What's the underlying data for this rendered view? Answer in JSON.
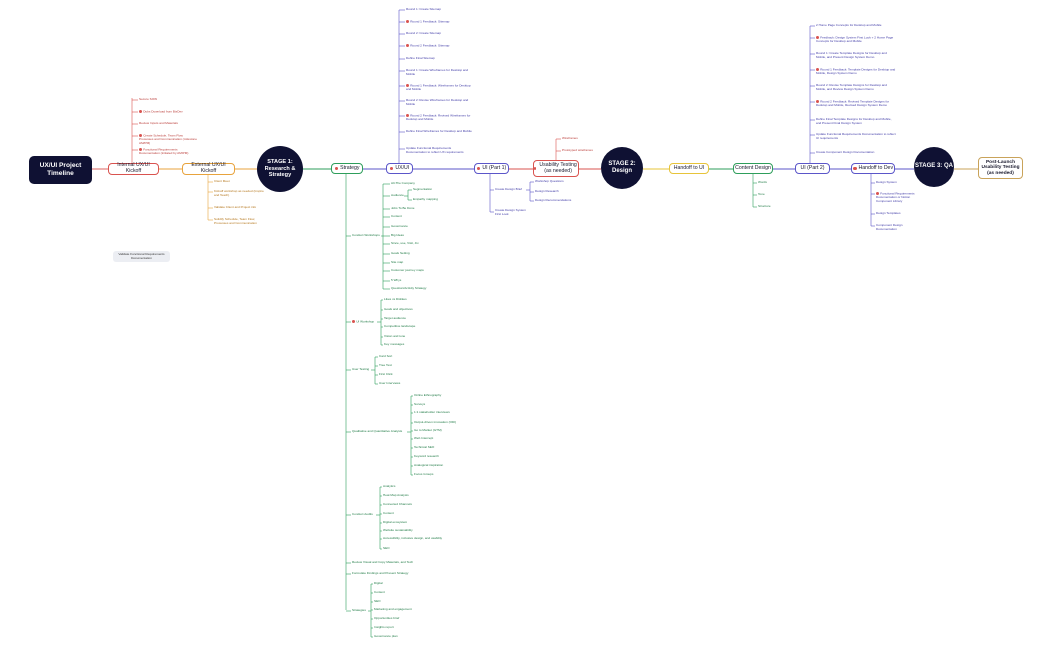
{
  "nodes": {
    "timeline": "UX/UI Project Timeline",
    "internal_kickoff": "Internal UX/UI Kickoff",
    "external_kickoff": "External UX/UI Kickoff",
    "stage1": "STAGE 1: Research & Strategy",
    "strategy": "Strategy",
    "uxui": "UX/UI",
    "ui_part1": "UI (Part 1)",
    "usability": "Usability Testing (as needed)",
    "stage2": "STAGE 2: Design",
    "handoff_ui": "Handoff to UI",
    "content_design": "Content Design",
    "ui_part2": "UI (Part 2)",
    "handoff_dev": "Handoff to Dev",
    "stage3": "STAGE 3: QA",
    "post_launch": "Post-Launch Usability Testing (as needed)"
  },
  "internal_items": [
    "Secure SOW",
    "Dubs Download from BizDev",
    "Review Inputs and Materials",
    "Create Schedule, Team Flow Processes and Communication (milestone AM/PM)",
    "Functional Requirements Documentation (initiated by AM/PM)"
  ],
  "external_items": [
    "Client Meet",
    "Kickoff workshop as needed (Inspire and Teach)",
    "Validate Client and Project info",
    "Solidify Schedule, Team Flow, Processes and Communication"
  ],
  "note": "Validate Functional Requirements Documentation",
  "uxui_items": [
    "Round 1: Create Sitemap",
    "Round 1 Feedback: Sitemap",
    "Round 2: Create Sitemap",
    "Round 2 Feedback: Sitemap",
    "Define Final Sitemap",
    "Round 1: Create Wireframes for Desktop and Mobile",
    "Round 1 Feedback: Wireframes for Desktop and Mobile",
    "Round 2: Revise Wireframes for Desktop and Mobile",
    "Round 2 Feedback: Revised Wireframes for Desktop and Mobile",
    "Define Final Wireframes for Desktop and Mobile",
    "Update Functional Requirements Documentation to reflect UX requirements"
  ],
  "usability_items": [
    "Wireframes",
    "Prototyped wireframes"
  ],
  "ui1_groups": {
    "design_brief": "Create Design Brief",
    "design_brief_items": [
      "Workshop Questions",
      "Design Research",
      "Design Recommendations"
    ],
    "design_system": "Create Design System First Look"
  },
  "content_design_items": [
    "Words",
    "Tone",
    "Structure"
  ],
  "ui2_items": [
    "2 Home Page Concepts for Desktop and Mobile",
    "Feedback: Design System First Look + 2 Home Page Concepts for Desktop and Mobile",
    "Round 1: Create Template Designs for Desktop and Mobile, and Present Design System Demo",
    "Round 1 Feedback: Template Designs for Desktop and Mobile, Design System Demo",
    "Round 2: Revise Template Designs for Desktop and Mobile, and Review Design System Demo",
    "Round 2 Feedback: Revised Template Designs for Desktop and Mobile, Revised Design System Demo",
    "Define Final Template Designs for Desktop and Mobile, and Present Final Design System",
    "Update Functional Requirements Documentation to reflect UI requirements",
    "Create Component Design Documentation"
  ],
  "handoff_dev_items": [
    "Design System",
    "Functional Requirements Documentation or Notion Component Library",
    "Design Templates",
    "Component Design Documentation"
  ],
  "strategy": {
    "conduct_workshops": "Conduct Workshops",
    "workshops_items": [
      "All-The Company",
      "Audience",
      "Jobs To Be Done",
      "Content",
      "Governance",
      "Big Ideas",
      "Since, use, Visit, Jtv",
      "Goals Setting",
      "Site map",
      "Customer journey maps",
      "5 Whys",
      "Question/Activity Strategy"
    ],
    "audience_items": [
      "Segmentation",
      "Empathy mapping"
    ],
    "ui_workshop": "UI Workshop",
    "ui_workshop_items": [
      "Likes vs Dislikes",
      "Goals and objectives",
      "Target audience",
      "Competitive landscape",
      "Vision and tone",
      "Key messages"
    ],
    "user_testing": "User Testing",
    "user_testing_items": [
      "Card Sort",
      "Tree Test",
      "First Click",
      "User Interviews"
    ],
    "qual_quant": "Qualitative and Quantitative Analysis",
    "qual_quant_items": [
      "Online Ethnography",
      "Surveys",
      "1:1 stakeholder interviews",
      "Output-driven innovation (ODI)",
      "Go to Market (GTM)",
      "Web Intercept",
      "Technical SEO",
      "Keyword research",
      "Analogical inspiration",
      "Focus Groups"
    ],
    "conduct_audits": "Conduct Audits",
    "audit_items": [
      "Analytics",
      "Heat Map Analysis",
      "Connected Channels",
      "Content",
      "Digital ecosystem",
      "Website sustainability",
      "Accessibility, inclusive design, and usability",
      "SEO"
    ],
    "review_visual": "Review Visual and Copy Materials, and Tech",
    "formulate": "Formulate Findings and Present Strategy",
    "strategies": "Strategies",
    "strategies_items": [
      "Digital",
      "Content",
      "SEO",
      "Marketing and engagement",
      "Opportunities brief",
      "Insights report",
      "Governance plan"
    ]
  },
  "colors": {
    "red": "#d9534f",
    "orange": "#e8a33d",
    "green": "#2e9e5b",
    "purple": "#5b56c9",
    "yellow": "#e7c43a",
    "tan": "#c9a35a",
    "navy": "#0f1133"
  }
}
